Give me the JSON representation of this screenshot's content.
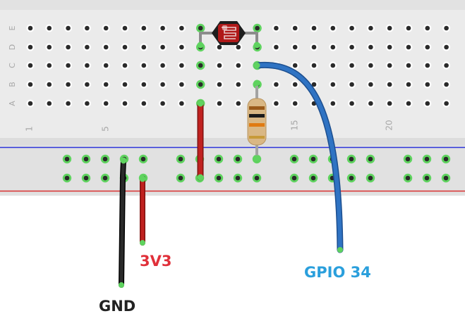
{
  "labels": {
    "gnd": "GND",
    "v33": "3V3",
    "gpio": "GPIO 34"
  },
  "breadboard": {
    "row_letters": [
      "E",
      "D",
      "C",
      "B",
      "A"
    ],
    "column_numbers": [
      "1",
      "5",
      "15",
      "20"
    ]
  },
  "colors": {
    "board": "#ebebeb",
    "rail": "#e1e1e1",
    "hole": "#2a2a2a",
    "connected_hole": "#5fd35f",
    "rail_blue": "#2b33d9",
    "rail_red": "#d93030",
    "wire_black": "#1b1b1b",
    "wire_red": "#c0211f",
    "wire_blue": "#2f73c3",
    "label_gnd": "#222222",
    "label_3v3": "#e0303a",
    "label_gpio": "#2a9fdc",
    "photoresistor_body": "#b01919",
    "resistor_body": "#d9b784"
  },
  "components": {
    "photoresistor": "photoresistor",
    "resistor": "resistor"
  }
}
